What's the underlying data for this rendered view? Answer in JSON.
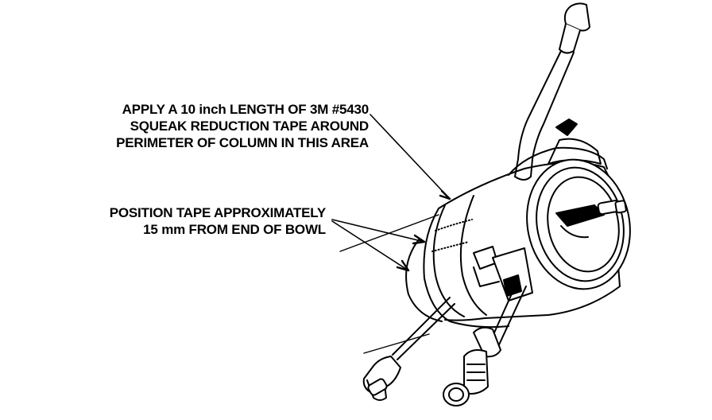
{
  "callouts": {
    "apply_tape": {
      "lines": [
        "APPLY A 10 inch LENGTH OF 3M #5430",
        "SQUEAK REDUCTION TAPE AROUND",
        "PERIMETER OF COLUMN IN THIS AREA"
      ]
    },
    "position_tape": {
      "lines": [
        "POSITION TAPE APPROXIMATELY",
        "15 mm FROM END OF BOWL"
      ]
    }
  }
}
